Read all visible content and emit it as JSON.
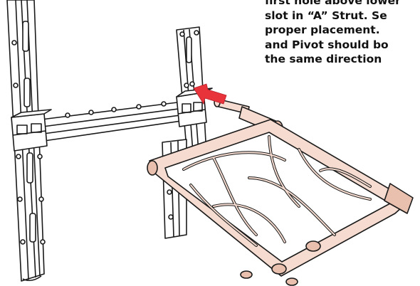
{
  "instruction": {
    "lines": [
      "first hole above lower",
      "slot in “A” Strut. Se",
      "proper placement.",
      "and Pivot should bo",
      "the same direction"
    ]
  },
  "colors": {
    "strut_fill": "#ffffff",
    "outline": "#1a1a1a",
    "basket_fill": "#f6dcd0",
    "basket_shade": "#e9bfae",
    "arrow": "#e8333b"
  },
  "icons": {
    "direction_arrow": "red-arrow"
  }
}
